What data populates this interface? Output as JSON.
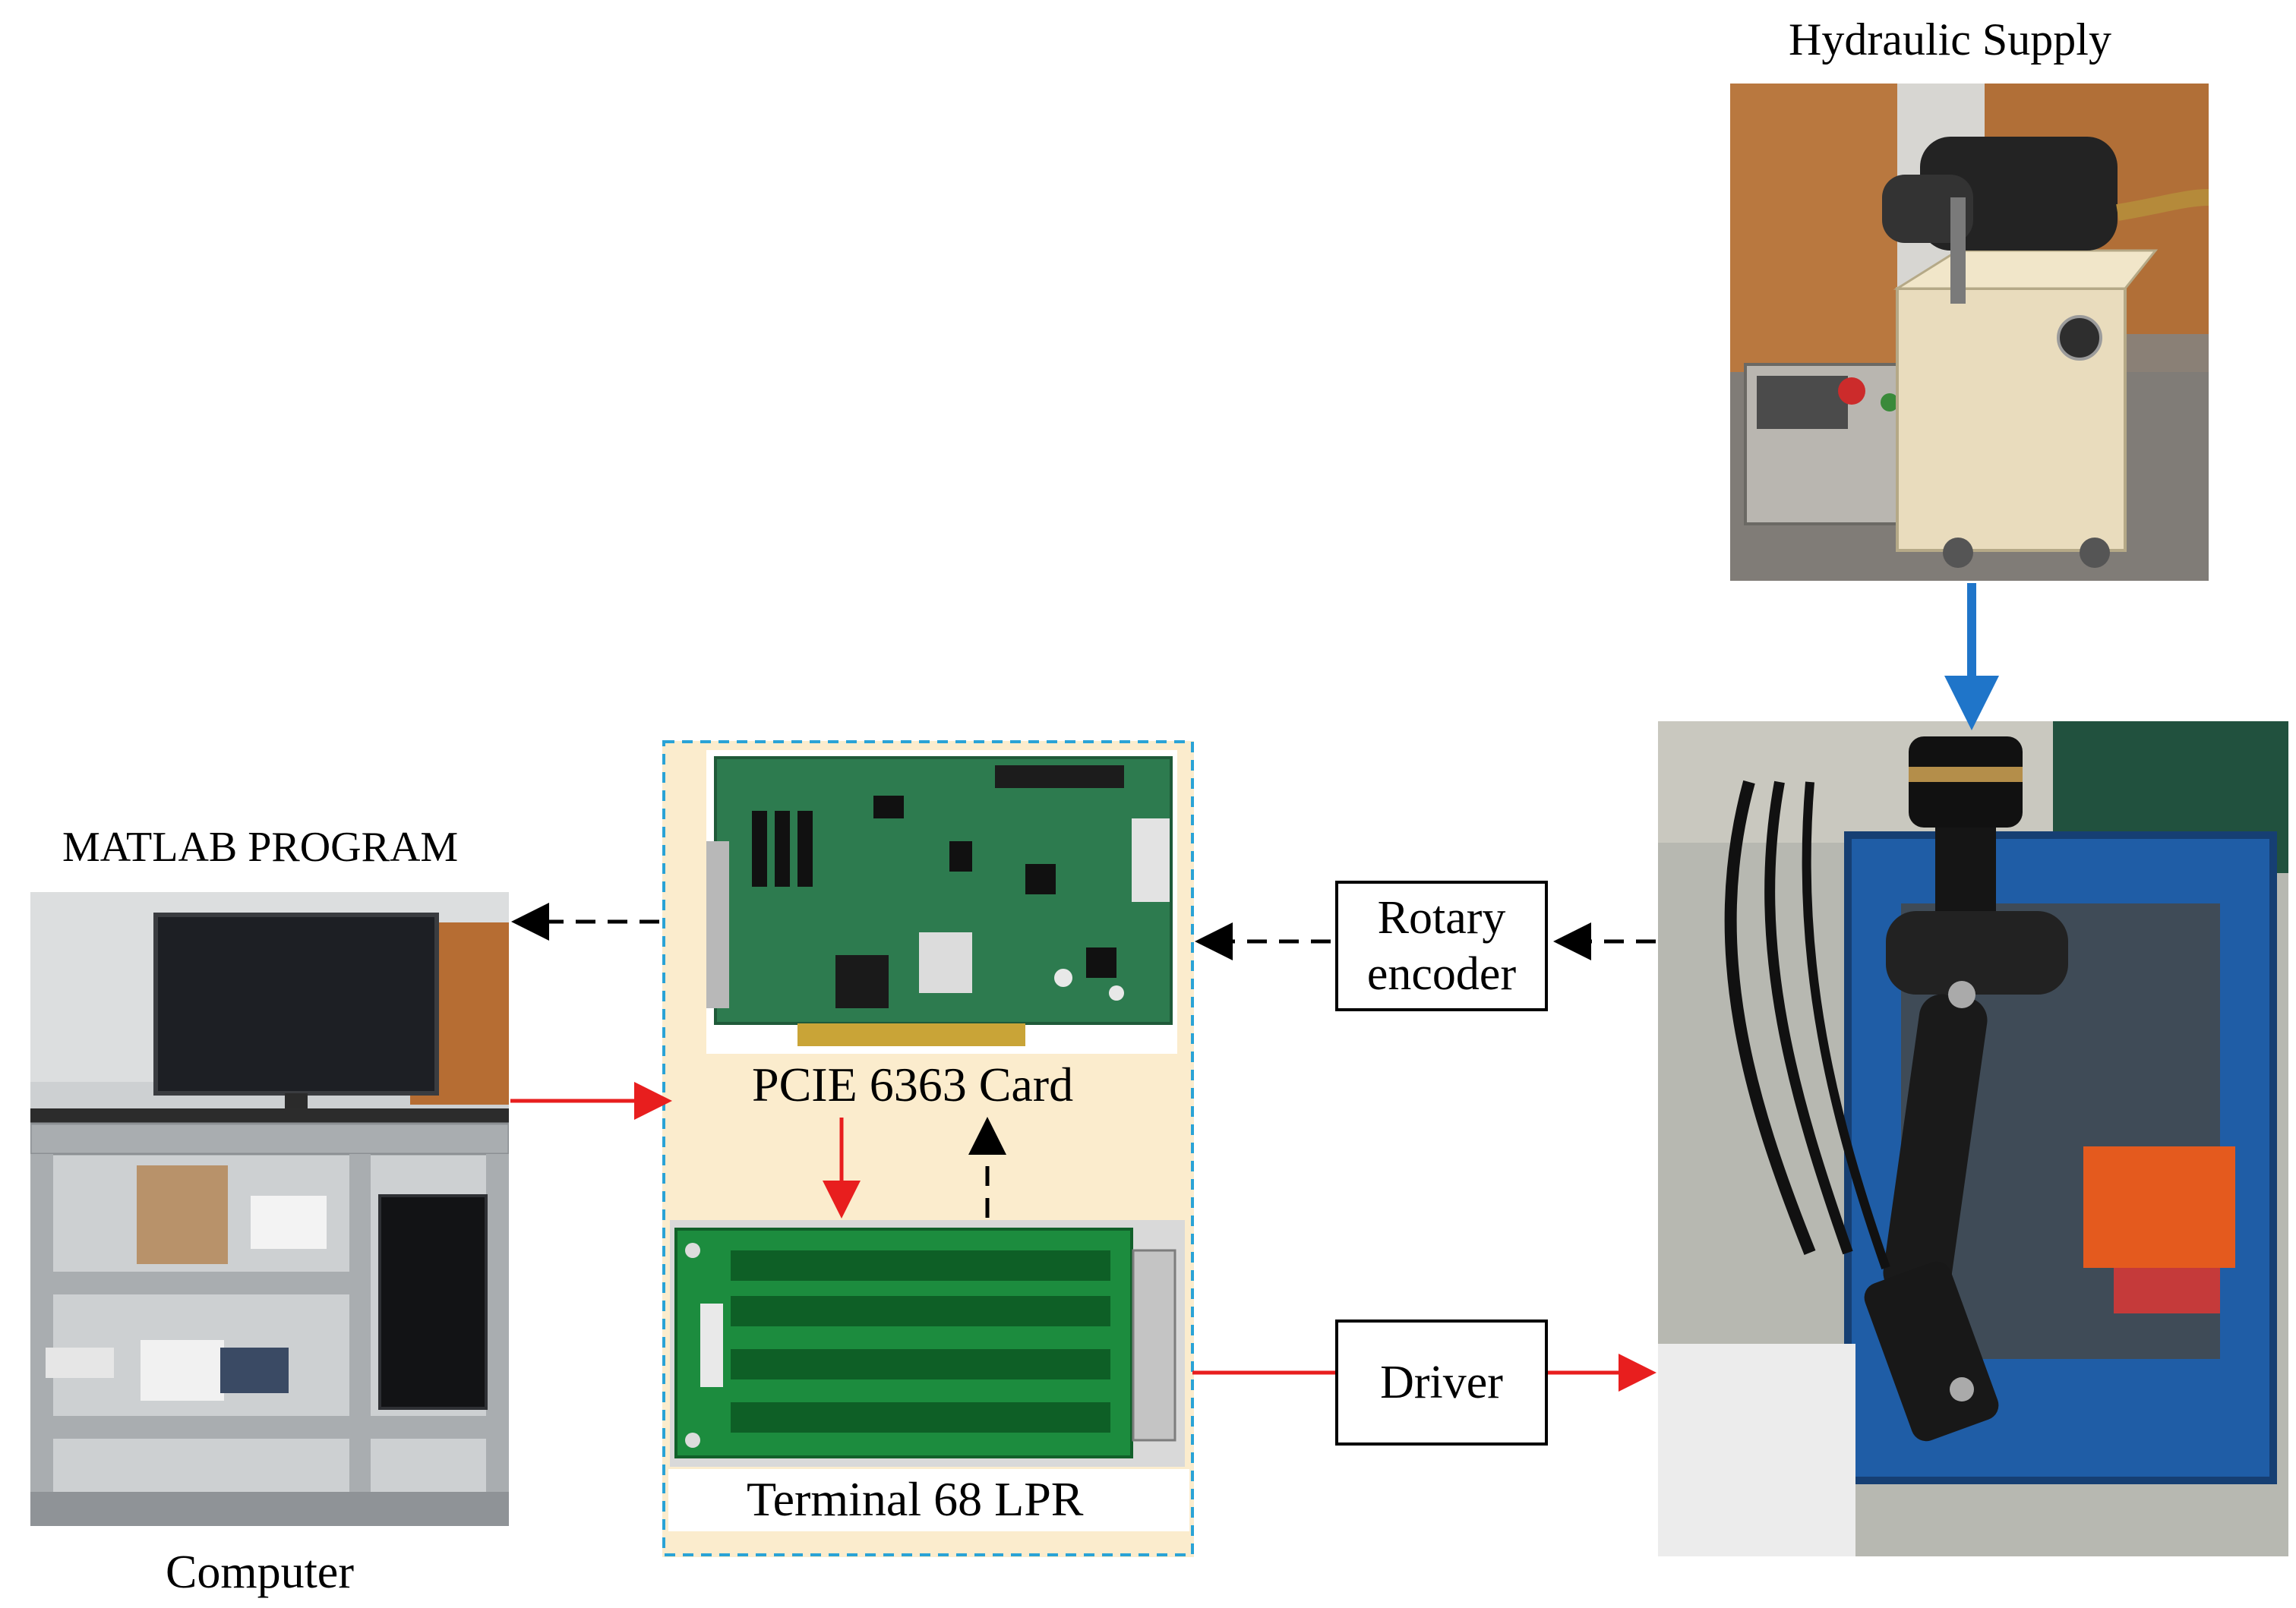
{
  "labels": {
    "hydraulic_supply": "Hydraulic Supply",
    "matlab_program": "MATLAB PROGRAM",
    "computer": "Computer",
    "pcie_card": "PCIE 6363 Card",
    "terminal": "Terminal 68 LPR"
  },
  "boxes": {
    "rotary_line1": "Rotary",
    "rotary_line2": "encoder",
    "driver": "Driver"
  },
  "colors": {
    "signal_arrow": "#e81e1e",
    "feedback_arrow": "#000000",
    "hydraulic_arrow": "#1f75c9",
    "daq_frame": "#2aa3d6",
    "daq_background": "#fbeccd"
  }
}
